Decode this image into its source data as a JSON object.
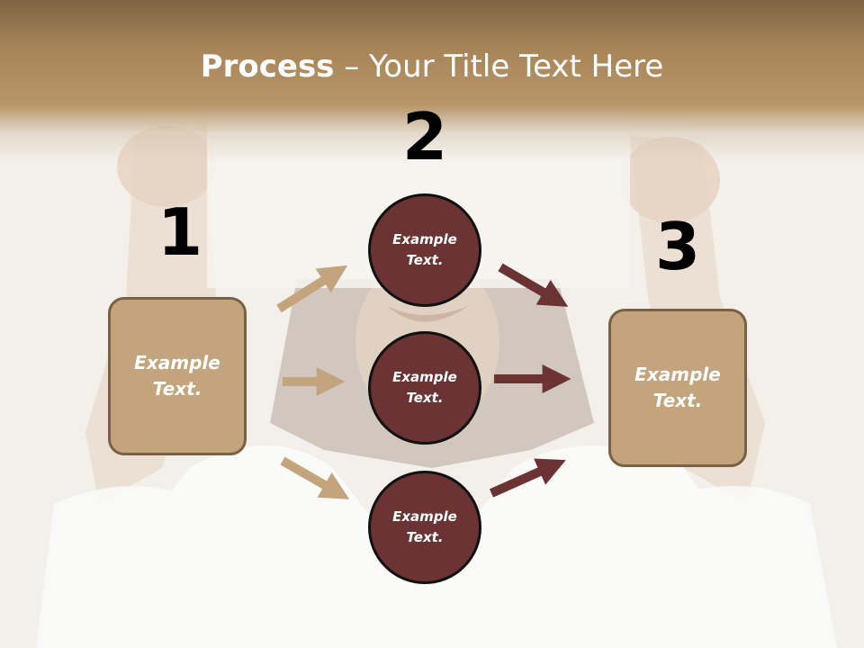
{
  "title": {
    "bold": "Process",
    "rest": " – Your Title Text Here"
  },
  "steps": {
    "one": "1",
    "two": "2",
    "three": "3"
  },
  "left_box": {
    "text": "Example\nText."
  },
  "right_box": {
    "text": "Example\nText."
  },
  "circles": [
    {
      "text": "Example\nText."
    },
    {
      "text": "Example\nText."
    },
    {
      "text": "Example\nText."
    }
  ],
  "colors": {
    "tan": "#c3a47c",
    "maroon": "#6b3333",
    "header": "#a78558"
  }
}
